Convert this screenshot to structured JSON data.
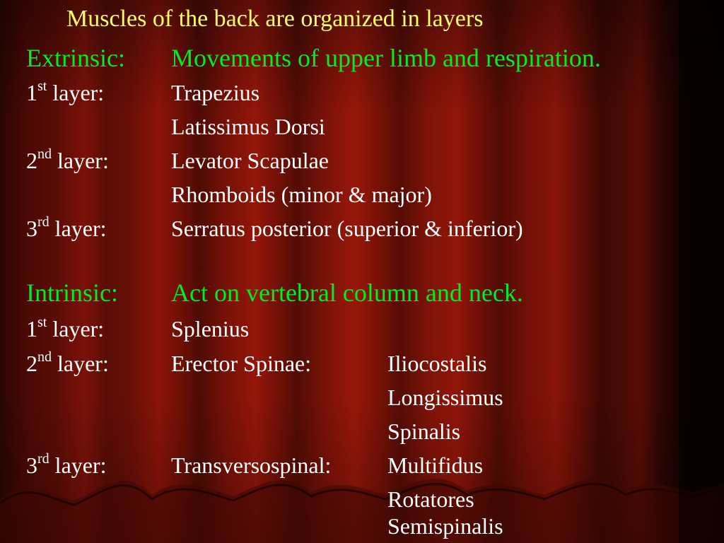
{
  "slide": {
    "title": "Muscles of the back are organized in layers",
    "colors": {
      "title": "#ffff66",
      "heading": "#00ee22",
      "body": "#ffffff",
      "curtain": "#7a1208"
    },
    "extrinsic": {
      "label": "Extrinsic:",
      "description": "Movements of upper limb and respiration.",
      "layers": [
        {
          "num": "1",
          "sup": "st",
          "label": " layer:",
          "muscles": [
            "Trapezius",
            "Latissimus Dorsi"
          ]
        },
        {
          "num": "2",
          "sup": "nd",
          "label": " layer:",
          "muscles": [
            "Levator Scapulae",
            "Rhomboids (minor & major)"
          ]
        },
        {
          "num": "3",
          "sup": "rd",
          "label": " layer:",
          "muscles": [
            "Serratus posterior (superior & inferior)"
          ]
        }
      ]
    },
    "intrinsic": {
      "label": "Intrinsic:",
      "description": "Act on vertebral column and neck.",
      "layers": [
        {
          "num": "1",
          "sup": "st",
          "label": " layer:",
          "group": "Splenius",
          "muscles": []
        },
        {
          "num": "2",
          "sup": "nd",
          "label": " layer:",
          "group": "Erector Spinae:",
          "muscles": [
            "Iliocostalis",
            "Longissimus",
            "Spinalis"
          ]
        },
        {
          "num": "3",
          "sup": "rd",
          "label": " layer:",
          "group": "Transversospinal:",
          "muscles": [
            "Multifidus",
            "Rotatores",
            "Semispinalis"
          ]
        }
      ]
    }
  }
}
